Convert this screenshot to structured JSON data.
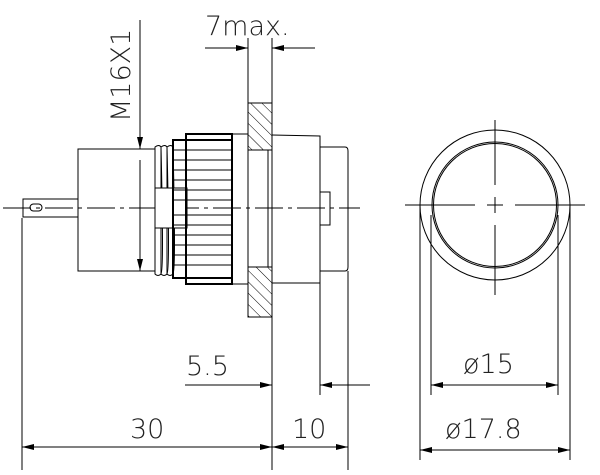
{
  "dimensions": {
    "thread": "M16X1",
    "panel_thickness": "7max.",
    "bezel_depth": "5.5",
    "front_length": "10",
    "rear_length": "30",
    "lens_diameter": "ø15",
    "bezel_diameter": "ø17.8"
  }
}
